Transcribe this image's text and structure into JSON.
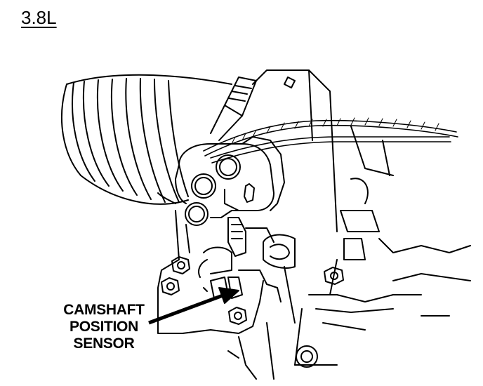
{
  "diagram": {
    "engine_label": "3.8L",
    "callout": {
      "lines": [
        "CAMSHAFT",
        "POSITION",
        "SENSOR"
      ]
    }
  },
  "colors": {
    "line": "#000000",
    "background": "#ffffff"
  }
}
